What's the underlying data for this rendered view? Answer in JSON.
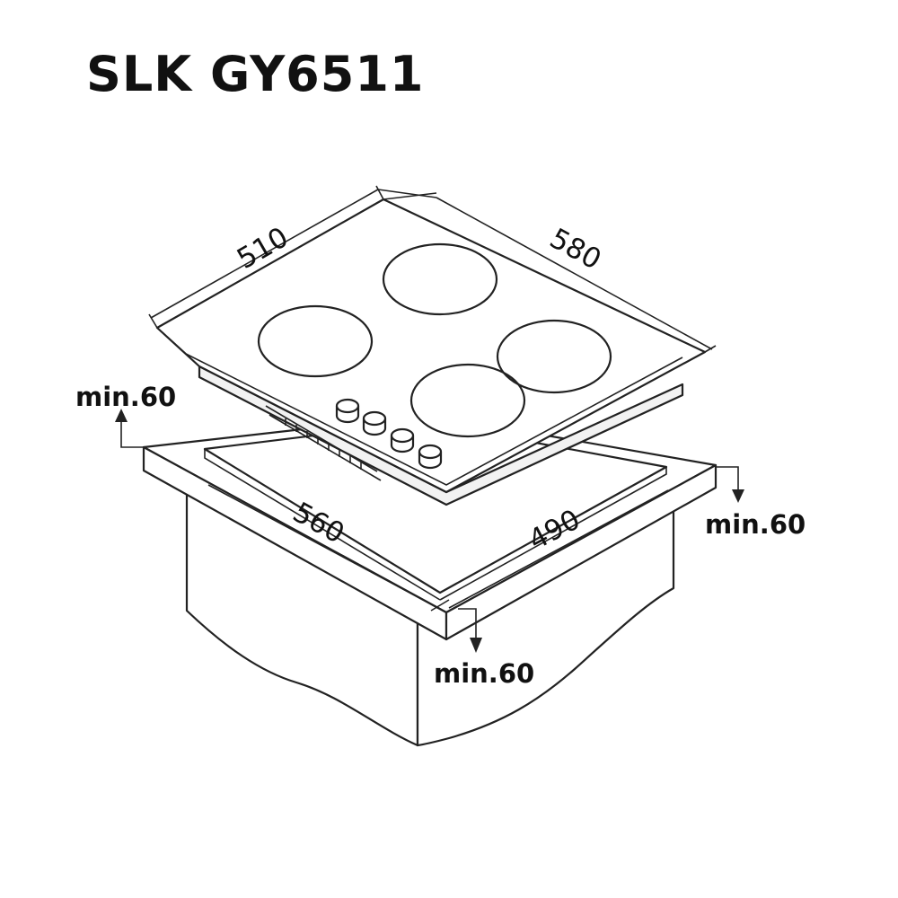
{
  "title": "SLK GY6511",
  "dimensions": {
    "hob_width": "510",
    "hob_depth": "580",
    "cutout_width": "560",
    "cutout_depth": "490"
  },
  "clearances": {
    "back": "min.60",
    "right": "min.60",
    "front": "min.60"
  },
  "components": {
    "burner_count": 4,
    "knob_count": 4
  }
}
